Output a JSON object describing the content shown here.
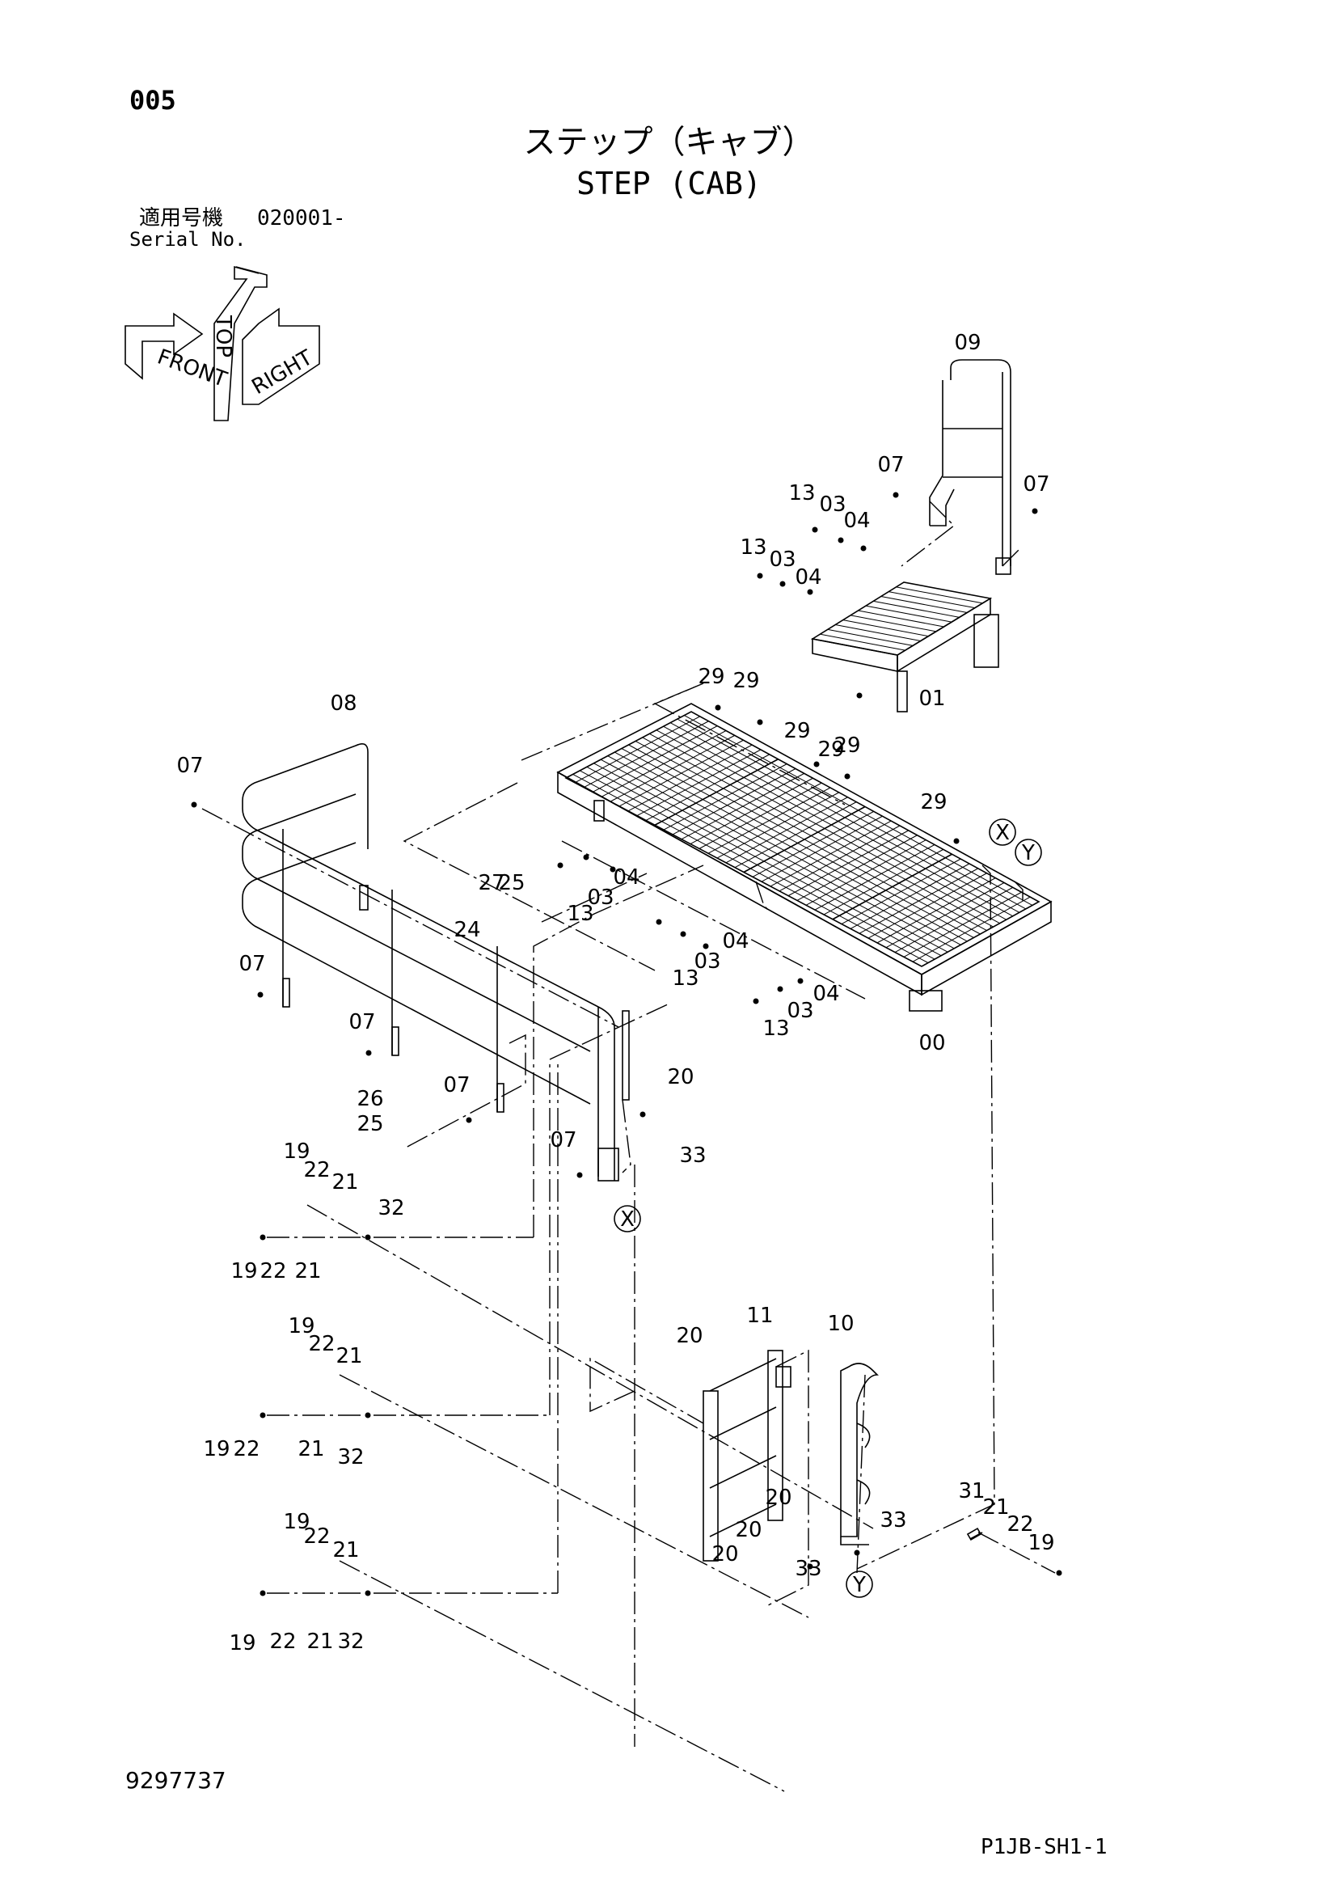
{
  "page_number": "005",
  "title_jp": "ステップ（キャブ）",
  "title_en": "STEP (CAB)",
  "applicable_label": "適用号機",
  "serial_range": "020001-",
  "serial_label": "Serial No.",
  "orientation": {
    "top": "TOP",
    "front": "FRONT",
    "right": "RIGHT"
  },
  "callouts": [
    "09",
    "07",
    "07",
    "13",
    "03",
    "04",
    "13",
    "03",
    "04",
    "29",
    "01",
    "29",
    "29",
    "29",
    "29",
    "29",
    "08",
    "07",
    "X",
    "Y",
    "27",
    "25",
    "24",
    "04",
    "03",
    "13",
    "04",
    "03",
    "13",
    "04",
    "03",
    "13",
    "00",
    "07",
    "07",
    "20",
    "26",
    "25",
    "07",
    "07",
    "33",
    "X",
    "19",
    "22",
    "21",
    "32",
    "19",
    "22",
    "21",
    "11",
    "10",
    "20",
    "19",
    "22",
    "21",
    "19",
    "22",
    "21",
    "32",
    "20",
    "20",
    "20",
    "33",
    "33",
    "31",
    "21",
    "22",
    "19",
    "Y",
    "19",
    "22",
    "21",
    "19",
    "22",
    "21",
    "32"
  ],
  "doc_number": "9297737",
  "sheet_code": "P1JB-SH1-1"
}
